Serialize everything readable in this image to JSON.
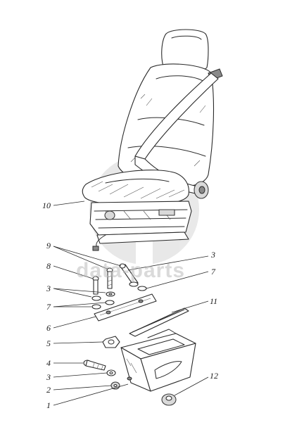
{
  "watermark": {
    "text": "data-parts"
  },
  "callouts": {
    "c1": "1",
    "c2": "2",
    "c3a": "3",
    "c3b": "3",
    "c3c": "3",
    "c4": "4",
    "c5": "5",
    "c6": "6",
    "c7a": "7",
    "c7b": "7",
    "c8": "8",
    "c9": "9",
    "c10": "10",
    "c11": "11",
    "c12": "12"
  }
}
